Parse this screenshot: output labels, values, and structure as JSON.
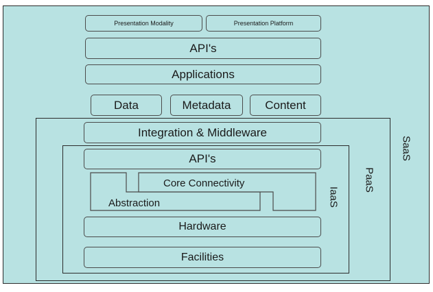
{
  "diagram": {
    "top_row": {
      "presentation_modality": "Presentation Modality",
      "presentation_platform": "Presentation Platform"
    },
    "saas_stack": {
      "apis": "API's",
      "applications": "Applications",
      "data": "Data",
      "metadata": "Metadata",
      "content": "Content"
    },
    "paas_stack": {
      "integration": "Integration & Middleware"
    },
    "iaas_stack": {
      "apis": "API's",
      "core_connectivity": "Core Connectivity",
      "abstraction": "Abstraction",
      "hardware": "Hardware",
      "facilities": "Facilities"
    },
    "layer_labels": {
      "saas": "SaaS",
      "paas": "PaaS",
      "iaas": "IaaS"
    },
    "colors": {
      "fill": "#b8e2e2",
      "border": "#4a4a4a"
    }
  }
}
